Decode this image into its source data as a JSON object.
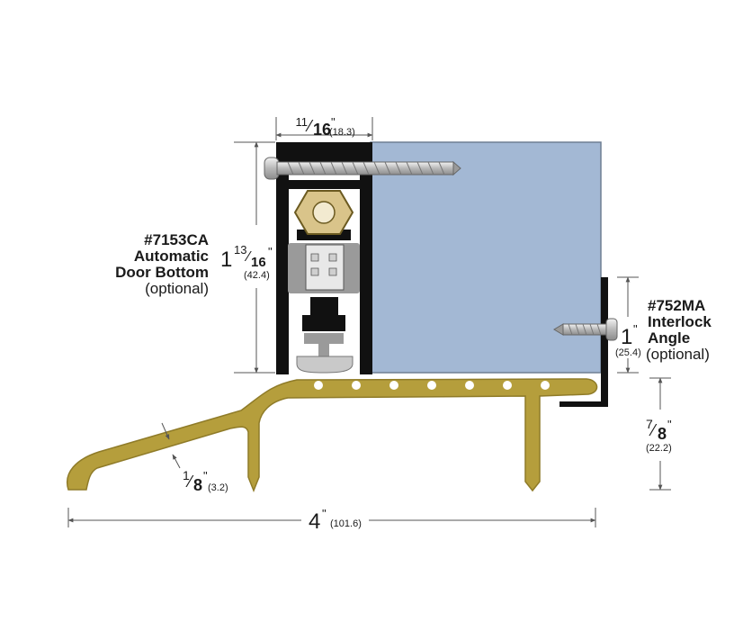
{
  "labels": {
    "door_bottom": {
      "part_number": "#7153CA",
      "line1": "Automatic",
      "line2": "Door Bottom",
      "line3": "(optional)"
    },
    "interlock": {
      "part_number": "#752MA",
      "line1": "Interlock",
      "line2": "Angle",
      "line3": "(optional)"
    }
  },
  "dimensions": {
    "top_width": {
      "num": "11",
      "den": "16",
      "mark": "\"",
      "metric": "(18.3)"
    },
    "height": {
      "whole": "1",
      "num": "13",
      "den": "16",
      "mark": "\"",
      "metric": "(42.4)"
    },
    "interlock_height": {
      "whole": "1",
      "mark": "\"",
      "metric": "(25.4)"
    },
    "threshold_height": {
      "num": "7",
      "den": "8",
      "mark": "\"",
      "metric": "(22.2)"
    },
    "thickness": {
      "num": "1",
      "den": "8",
      "mark": "\"",
      "metric": "(3.2)"
    },
    "width": {
      "whole": "4",
      "mark": "\"",
      "metric": "(101.6)"
    }
  },
  "colors": {
    "door": "#a3b8d4",
    "door_stroke": "#6e7f93",
    "threshold": "#b59e3c",
    "threshold_stroke": "#8f7b28",
    "housing": "#111111",
    "hex_nut": "#d9c48a",
    "seal": "#c9c9c9",
    "screw": "#d8d8d8",
    "dim_line": "#555555"
  }
}
